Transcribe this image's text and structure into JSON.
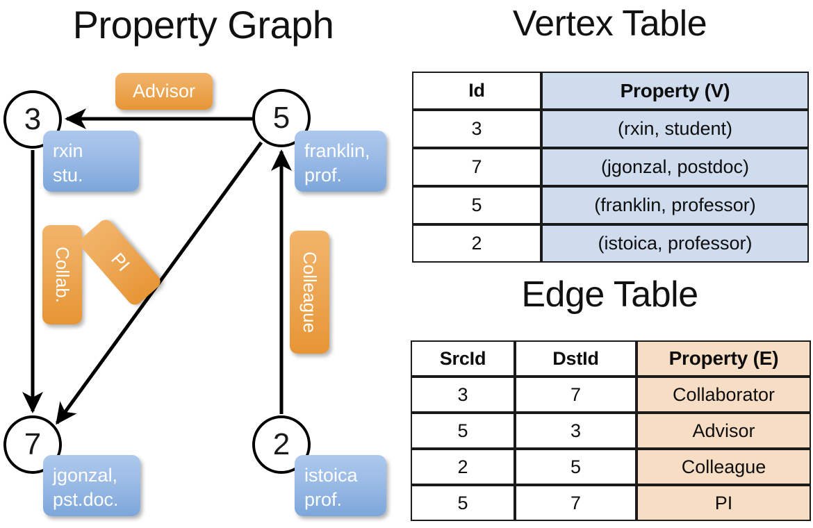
{
  "titles": {
    "property_graph": "Property Graph",
    "vertex_table": "Vertex Table",
    "edge_table": "Edge Table"
  },
  "colors": {
    "node_stroke": "#000000",
    "vertex_prop_fill": "#cfdcee",
    "edge_prop_fill": "#f7ddc3",
    "blue_box": "#9bbbe6",
    "orange_box": "#eda958",
    "background": "#ffffff"
  },
  "graph": {
    "nodes": [
      {
        "id": "3",
        "property_lines": [
          "rxin",
          "stu."
        ]
      },
      {
        "id": "5",
        "property_lines": [
          "franklin,",
          "prof."
        ]
      },
      {
        "id": "7",
        "property_lines": [
          "jgonzal,",
          "pst.doc."
        ]
      },
      {
        "id": "2",
        "property_lines": [
          "istoica",
          "prof."
        ]
      }
    ],
    "edge_labels": {
      "advisor": "Advisor",
      "collab": "Collab.",
      "pi": "PI",
      "colleague": "Colleague"
    },
    "edges": [
      {
        "from": "5",
        "to": "3",
        "label": "Advisor"
      },
      {
        "from": "3",
        "to": "7",
        "label": "Collab."
      },
      {
        "from": "5",
        "to": "7",
        "label": "PI"
      },
      {
        "from": "2",
        "to": "5",
        "label": "Colleague"
      }
    ]
  },
  "vertex_table": {
    "headers": [
      "Id",
      "Property (V)"
    ],
    "rows": [
      [
        "3",
        "(rxin, student)"
      ],
      [
        "7",
        "(jgonzal, postdoc)"
      ],
      [
        "5",
        "(franklin, professor)"
      ],
      [
        "2",
        "(istoica, professor)"
      ]
    ]
  },
  "edge_table": {
    "headers": [
      "SrcId",
      "DstId",
      "Property (E)"
    ],
    "rows": [
      [
        "3",
        "7",
        "Collaborator"
      ],
      [
        "5",
        "3",
        "Advisor"
      ],
      [
        "2",
        "5",
        "Colleague"
      ],
      [
        "5",
        "7",
        "PI"
      ]
    ]
  }
}
